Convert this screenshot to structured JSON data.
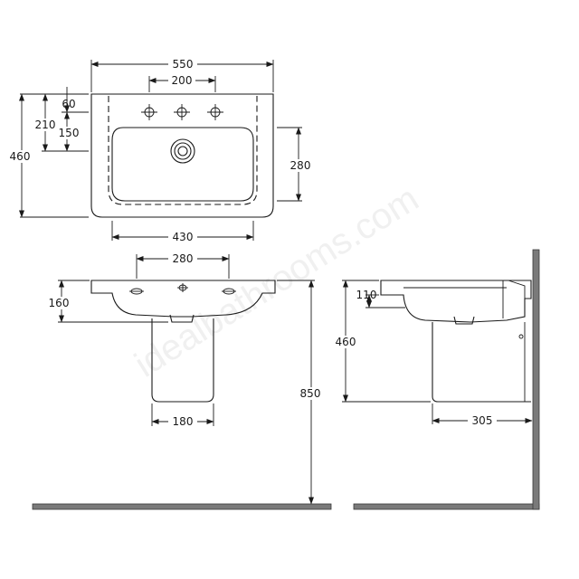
{
  "watermark": "idealbathrooms.com",
  "top_view": {
    "overall_width": "550",
    "tap_hole_spacing": "200",
    "dim_60": "60",
    "dim_210": "210",
    "dim_150": "150",
    "overall_depth": "460",
    "bowl_depth": "280",
    "bowl_width": "430"
  },
  "front_view": {
    "outer_tap_spacing": "280",
    "basin_height": "160",
    "pedestal_width": "180",
    "rim_height": "850"
  },
  "side_view": {
    "dim_110": "110",
    "dim_460": "460",
    "pedestal_depth": "305"
  }
}
